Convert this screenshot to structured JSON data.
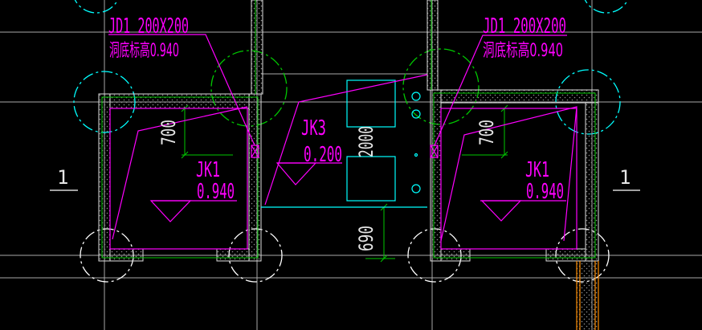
{
  "colors": {
    "background": "#000000",
    "grid": "#a8a8a8",
    "wall": "#e0e0e0",
    "wall_hatch": "#8c8c8c",
    "green": "#00c800",
    "magenta": "#ff00ff",
    "cyan": "#00ffff",
    "white": "#ffffff",
    "orange": "#ff8c00",
    "dimension_text": "#e6e6e6"
  },
  "left_opening": {
    "label": "JD1 200X200",
    "elevation": "洞底标高0.940"
  },
  "right_opening": {
    "label": "JD1 200X200",
    "elevation": "洞底标高0.940"
  },
  "left_pit": {
    "label": "JK1",
    "elevation": "0.940",
    "dimension": "700"
  },
  "right_pit": {
    "label": "JK1",
    "elevation": "0.940",
    "dimension": "700"
  },
  "center_pit": {
    "label": "JK3",
    "elevation": "0.200",
    "dimension_length": "2000",
    "dimension_offset": "690"
  },
  "section_marks": {
    "left": "1",
    "right": "1"
  }
}
